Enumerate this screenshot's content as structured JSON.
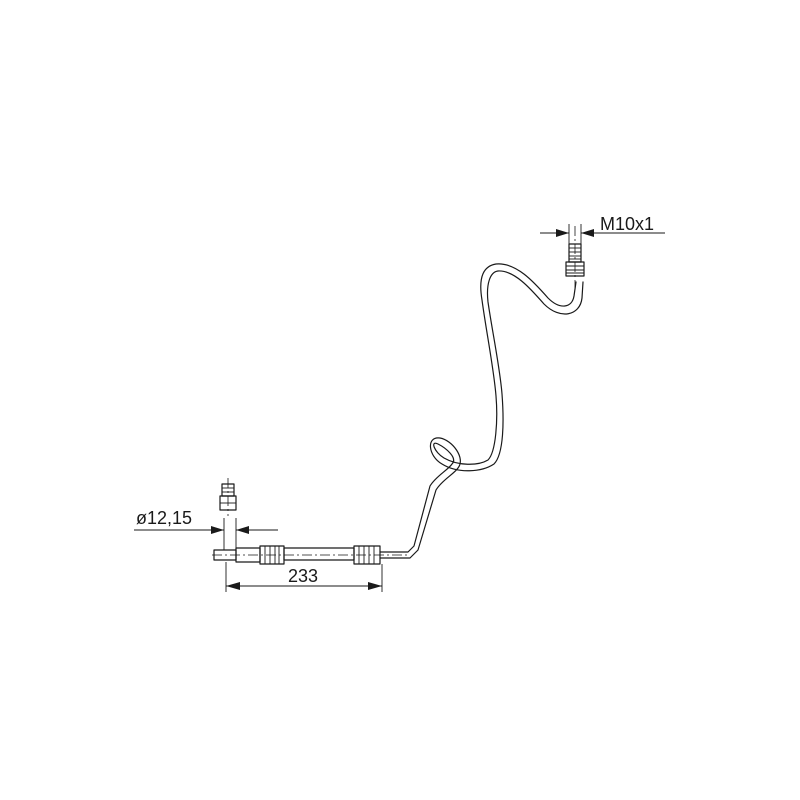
{
  "drawing": {
    "dimensions": {
      "thread": "M10x1",
      "diameter": "ø12,15",
      "length": "233"
    }
  }
}
